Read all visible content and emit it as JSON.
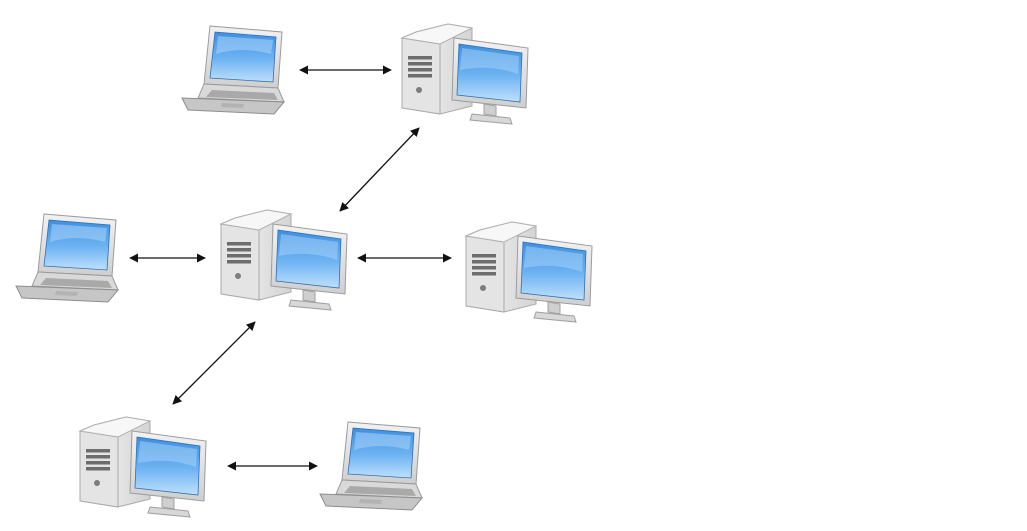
{
  "diagram": {
    "background_color": "#ffffff",
    "nodes": [
      {
        "id": "laptop-top",
        "type": "laptop"
      },
      {
        "id": "desktop-top",
        "type": "desktop"
      },
      {
        "id": "laptop-left",
        "type": "laptop"
      },
      {
        "id": "desktop-center",
        "type": "desktop"
      },
      {
        "id": "desktop-right",
        "type": "desktop"
      },
      {
        "id": "desktop-bottom",
        "type": "desktop"
      },
      {
        "id": "laptop-bottom",
        "type": "laptop"
      }
    ],
    "connections": [
      {
        "from": "laptop-top",
        "to": "desktop-top",
        "style": "bidirectional-arrow"
      },
      {
        "from": "desktop-top",
        "to": "desktop-center",
        "style": "bidirectional-arrow"
      },
      {
        "from": "laptop-left",
        "to": "desktop-center",
        "style": "bidirectional-arrow"
      },
      {
        "from": "desktop-center",
        "to": "desktop-right",
        "style": "bidirectional-arrow"
      },
      {
        "from": "desktop-center",
        "to": "desktop-bottom",
        "style": "bidirectional-arrow"
      },
      {
        "from": "desktop-bottom",
        "to": "laptop-bottom",
        "style": "bidirectional-arrow"
      }
    ],
    "colors": {
      "screen_fill": "#5aa7ee",
      "screen_highlight": "#a9d3fa",
      "case_fill": "#e9e9e9",
      "case_shadow": "#b9b9b9",
      "arrow": "#111111"
    }
  }
}
